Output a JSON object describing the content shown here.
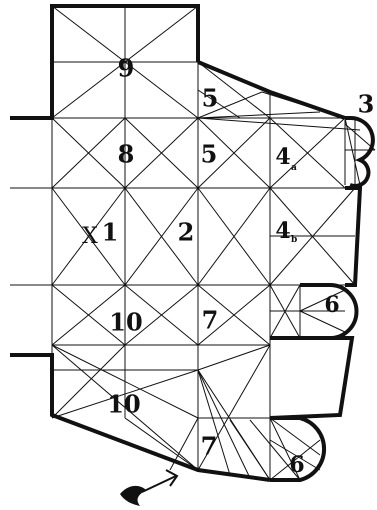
{
  "plan": {
    "ink": "#111111",
    "paper": "#ffffff",
    "labels": {
      "bay_9": "9",
      "bay_5_upper": "5",
      "bay_3": "3",
      "bay_8": "8",
      "bay_5_lower": "5",
      "bay_4a": "4",
      "bay_4a_sub": "a",
      "bay_1_mark": "X",
      "bay_1": "1",
      "bay_2": "2",
      "bay_4b": "4",
      "bay_4b_sub": "b",
      "bay_6_upper": "6",
      "bay_10_upper": "10",
      "bay_7_upper": "7",
      "bay_10_lower": "10",
      "bay_7_lower": "7",
      "bay_6_lower": "6"
    },
    "icons": [
      "north-arrow-icon"
    ]
  }
}
